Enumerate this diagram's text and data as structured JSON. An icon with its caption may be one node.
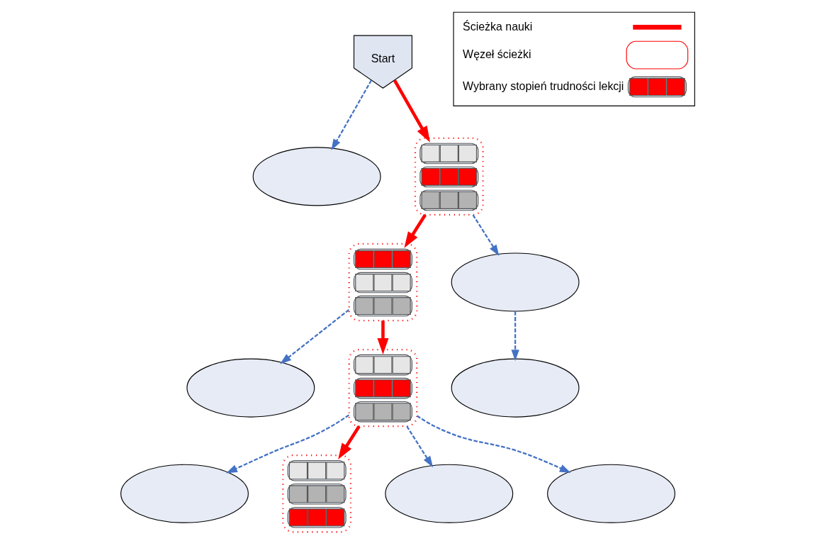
{
  "diagram": {
    "nodes": [
      {
        "text": [
          "Start"
        ]
      },
      {
        "text": [],
        "shape": "ellipse"
      },
      {
        "text": [],
        "shape": "box"
      },
      {
        "text": [],
        "shape": "box"
      },
      {
        "text": [],
        "shape": "ellipse"
      },
      {
        "text": [],
        "shape": "ellipse"
      },
      {
        "text": [],
        "shape": "box"
      },
      {
        "text": [],
        "shape": "ellipse"
      },
      {
        "text": [],
        "shape": "ellipse"
      },
      {
        "text": [],
        "shape": "box"
      },
      {
        "text": [],
        "shape": "ellipse"
      },
      {
        "text": [],
        "shape": "ellipse"
      }
    ],
    "edges": [
      {
        "from": 0,
        "to": 1,
        "arrow": "to",
        "style": "dashed"
      },
      {
        "from": 0,
        "to": 2,
        "arrow": "to",
        "style": "thick",
        "color": "#ff0000"
      },
      {
        "from": 2,
        "to": 3,
        "arrow": "to",
        "style": "thick",
        "color": "#ff0000"
      },
      {
        "from": 2,
        "to": 4,
        "arrow": "to",
        "style": "dashed"
      },
      {
        "from": 3,
        "to": 5,
        "arrow": "to",
        "style": "dashed"
      },
      {
        "from": 3,
        "to": 6,
        "arrow": "to",
        "style": "thick",
        "color": "#ff0000"
      },
      {
        "from": 4,
        "to": 7,
        "arrow": "to",
        "style": "dashed"
      },
      {
        "from": 6,
        "to": 8,
        "arrow": "to",
        "style": "dashed"
      },
      {
        "from": 6,
        "to": 9,
        "arrow": "to",
        "style": "thick",
        "color": "#ff0000"
      },
      {
        "from": 6,
        "to": 10,
        "arrow": "to",
        "style": "dashed"
      },
      {
        "from": 6,
        "to": 11,
        "arrow": "to",
        "style": "dashed"
      }
    ],
    "legend": [
      {
        "text": "Ścieżka nauki"
      },
      {
        "text": "Węzeł ścieżki"
      },
      {
        "text": "Wybrany stopień trudności lekcji"
      }
    ]
  }
}
